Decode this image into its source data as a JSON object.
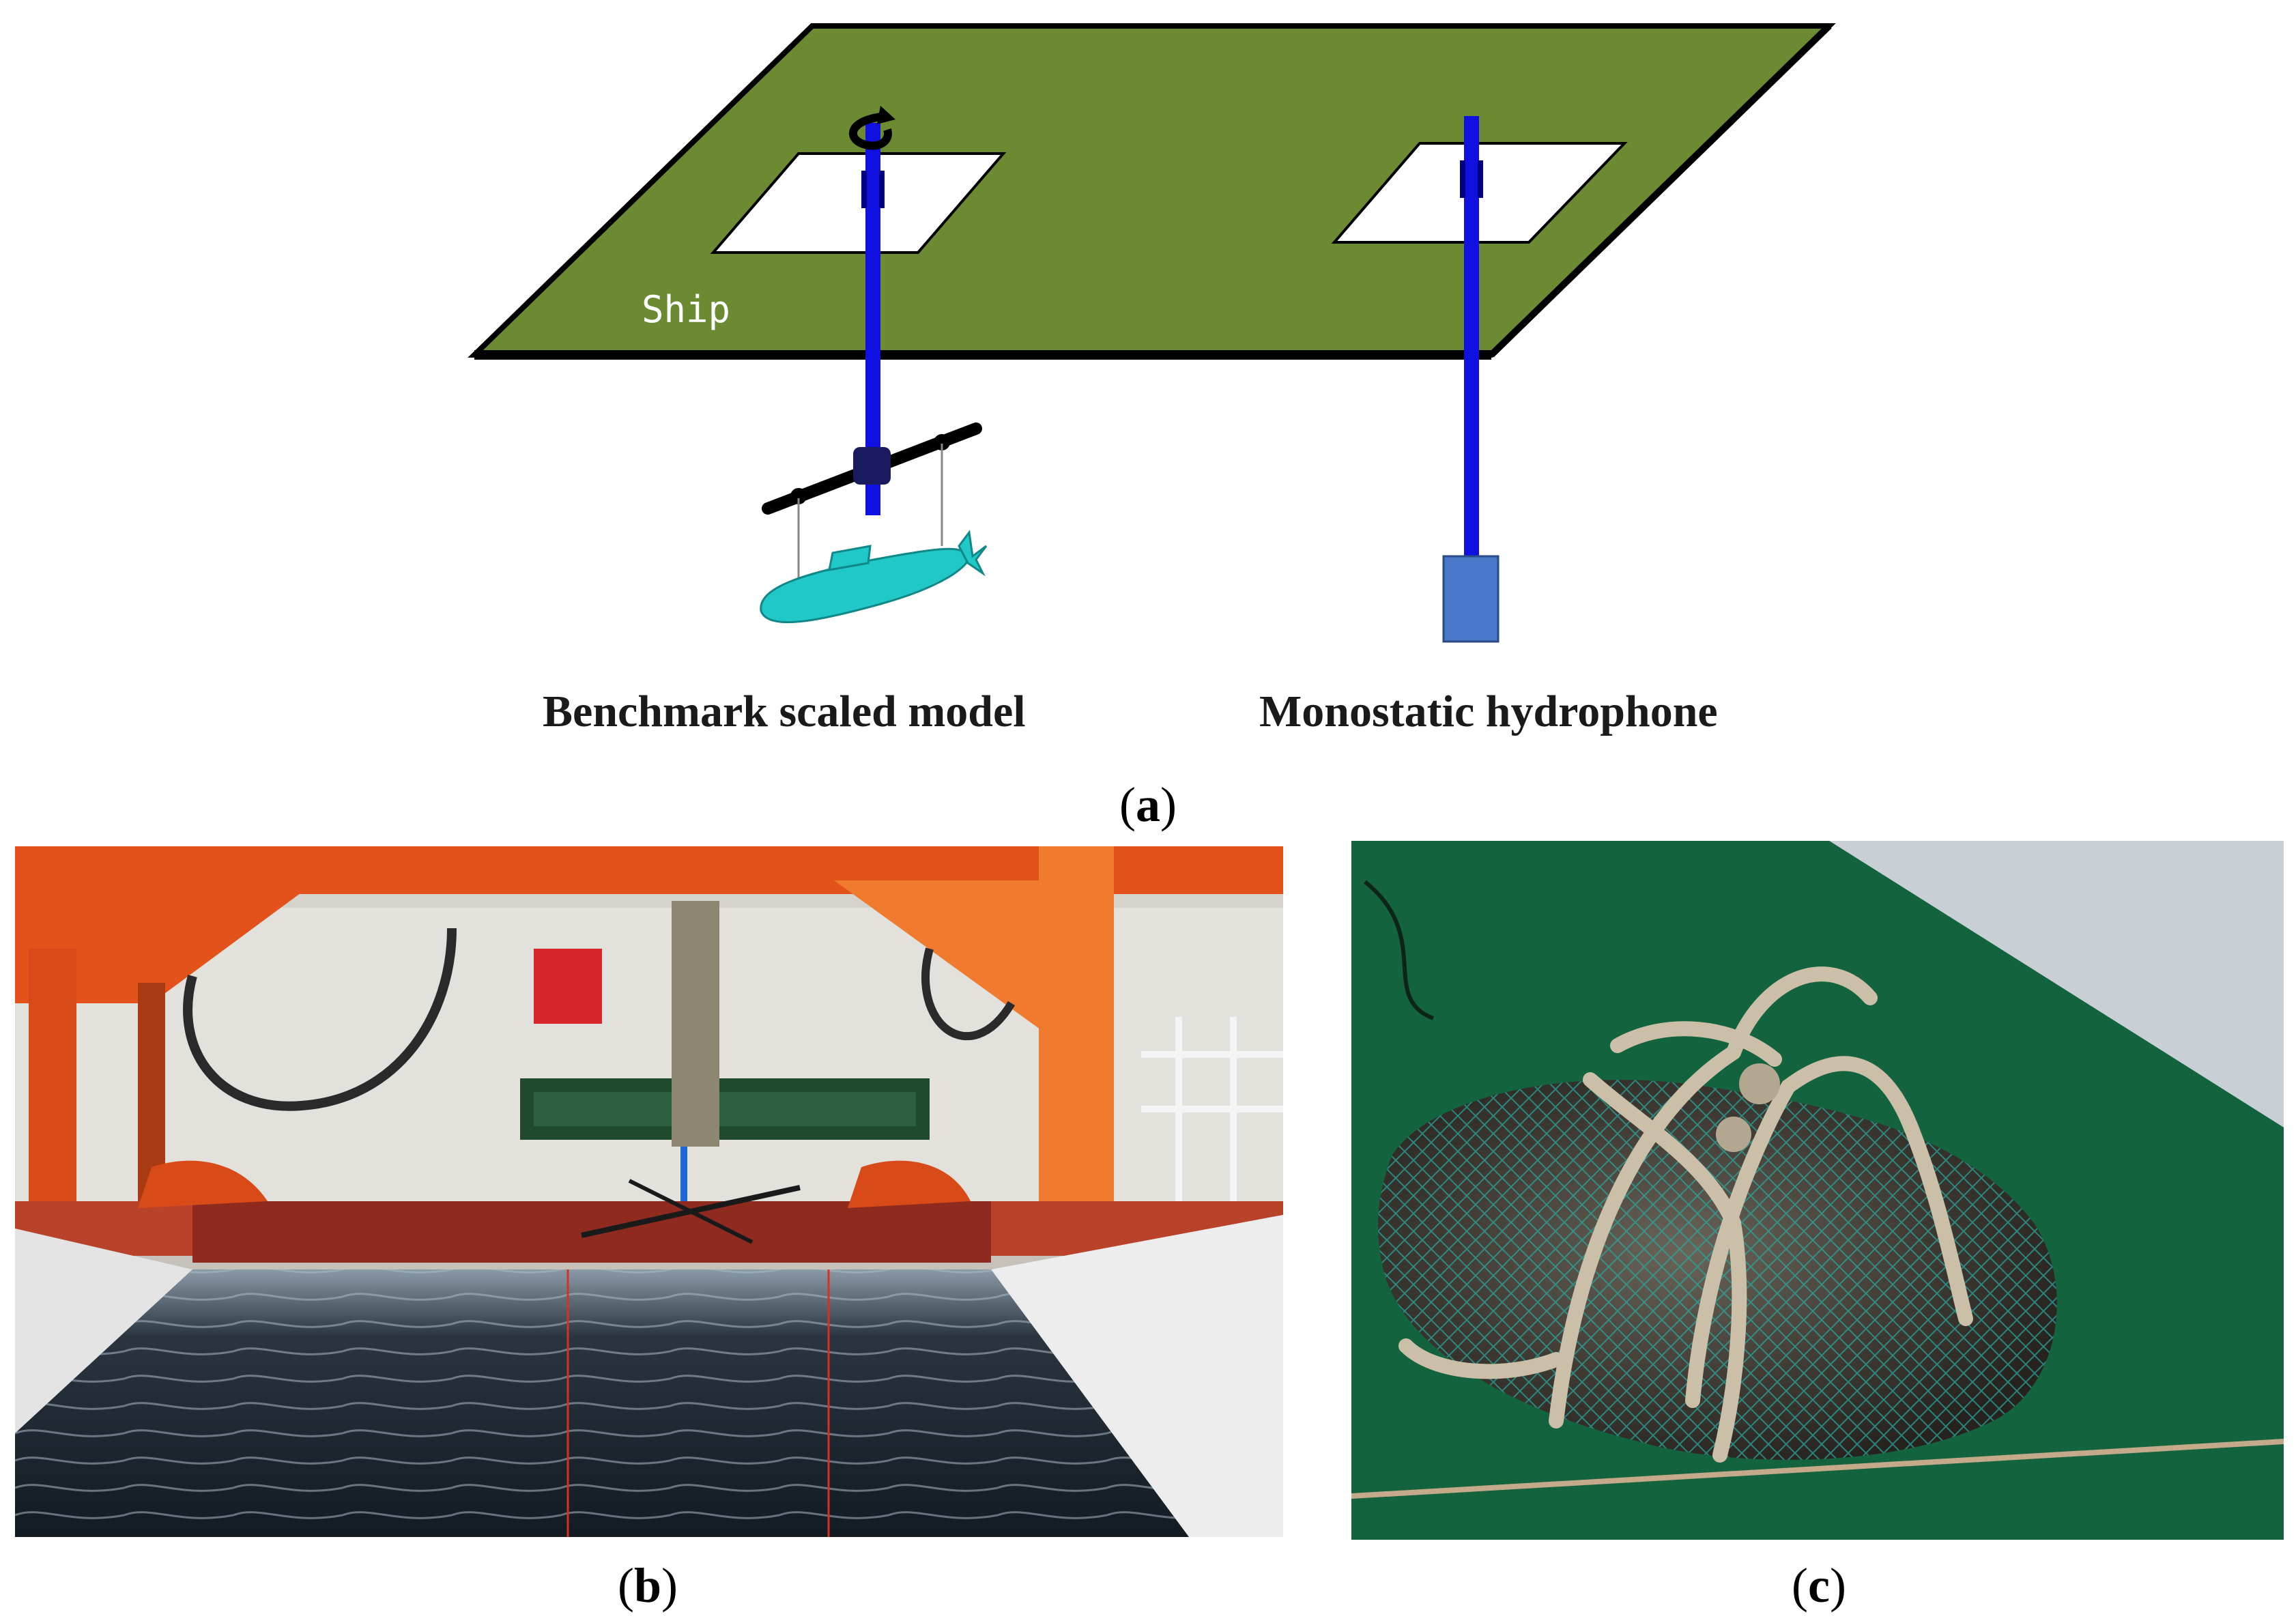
{
  "panel_a": {
    "ship_label": "Ship",
    "left_caption": "Benchmark scaled model",
    "right_caption": "Monostatic hydrophone",
    "label_open": "(",
    "label_letter": "a",
    "label_close": ")"
  },
  "panel_b": {
    "label_open": "(",
    "label_letter": "b",
    "label_close": ")"
  },
  "panel_c": {
    "label_open": "(",
    "label_letter": "c",
    "label_close": ")"
  },
  "colors": {
    "ship_deck": "#6b8a32",
    "rod": "#1010e0",
    "model": "#20c8c8",
    "hydrophone": "#4a78c8"
  }
}
